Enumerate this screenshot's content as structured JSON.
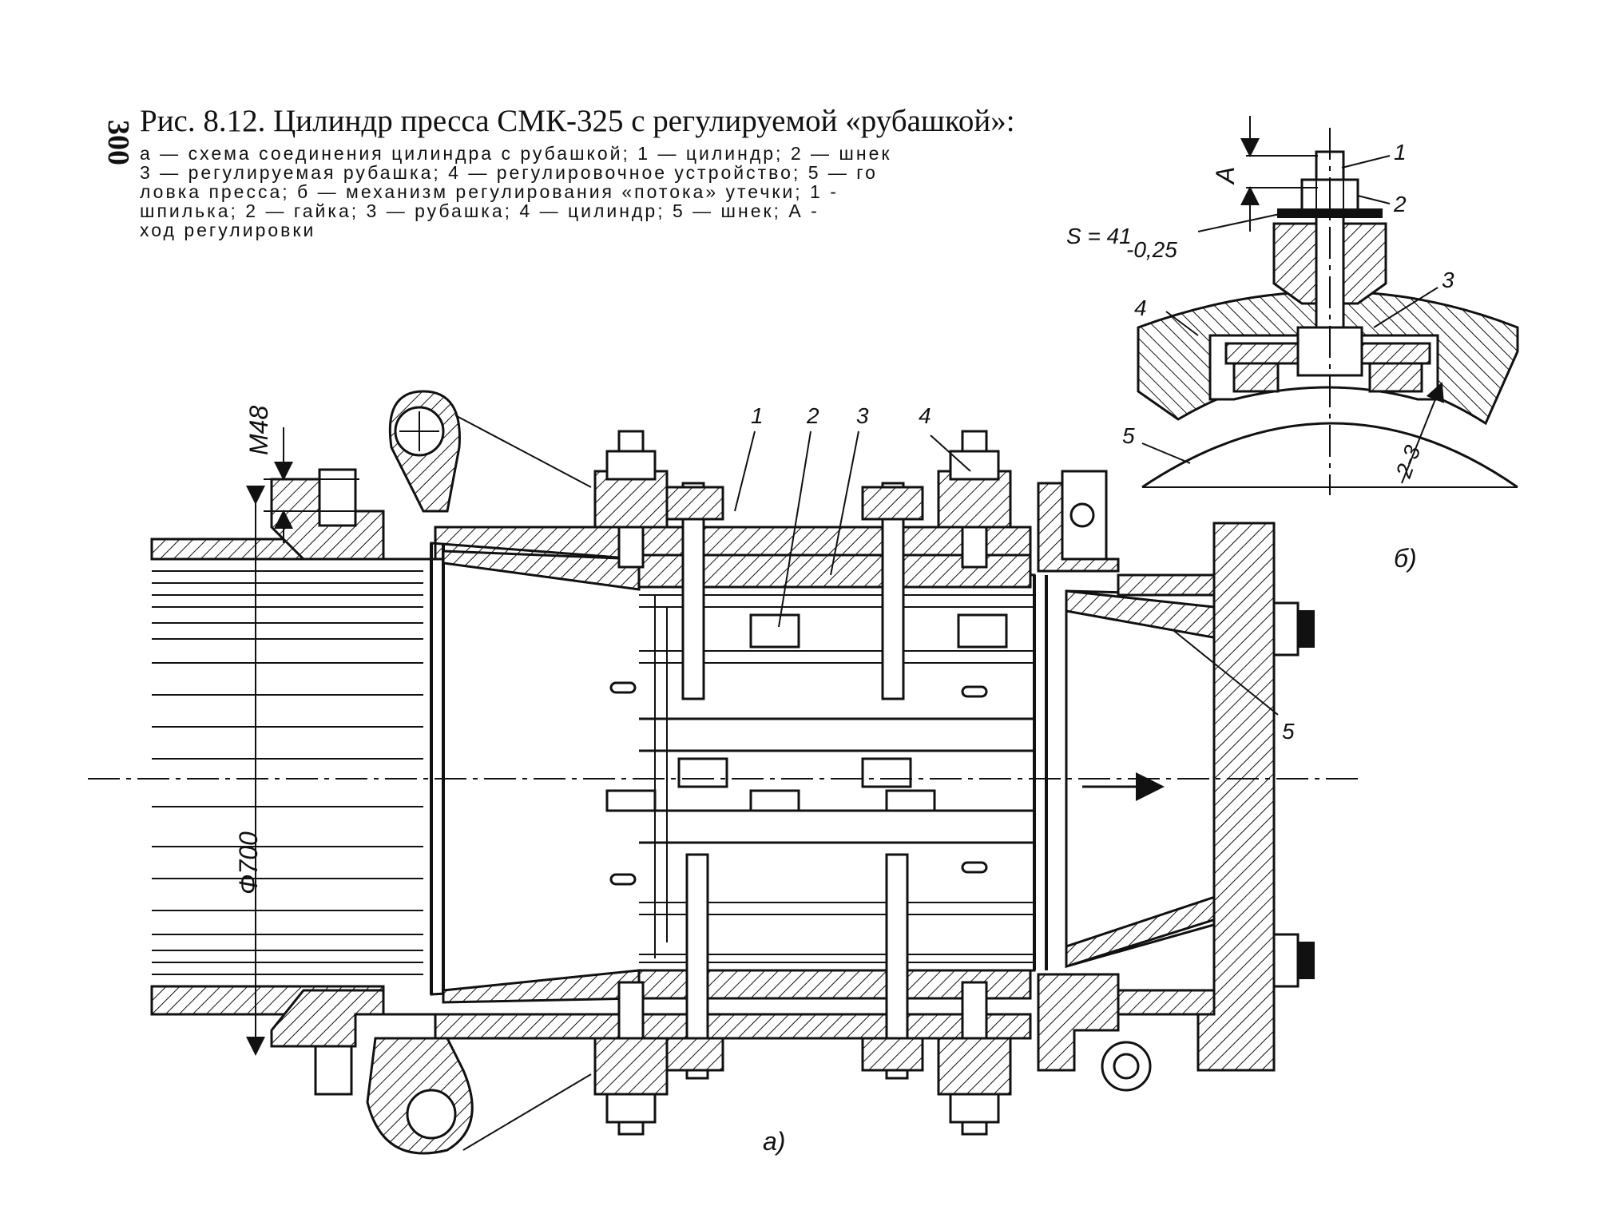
{
  "page": {
    "number": "300"
  },
  "caption": {
    "title": "Рис. 8.12. Цилиндр пресса СМК-325 с регулируемой «рубашкой»:",
    "lines": [
      "а — схема соединения цилиндра с рубашкой; 1 — цилиндр; 2 — шнек",
      "3 — регулируемая рубашка; 4 — регулировочное устройство; 5 — го",
      "ловка пресса; б — механизм регулирования «потока» утечки; 1 -",
      "шпилька; 2 — гайка; 3 — рубашка; 4 — цилиндр; 5 — шнек; А -",
      "ход регулировки"
    ]
  },
  "view_a": {
    "label": "а)",
    "dim_thread": "М48",
    "dim_diameter": "Ф700",
    "callouts": [
      "1",
      "2",
      "3",
      "4",
      "5"
    ]
  },
  "view_b": {
    "label": "б)",
    "dim_stroke": "А",
    "dim_wrench": "S = 41",
    "dim_wrench_tol": "-0,25",
    "section": "2-3",
    "callouts": [
      "1",
      "2",
      "3",
      "4",
      "5"
    ]
  }
}
